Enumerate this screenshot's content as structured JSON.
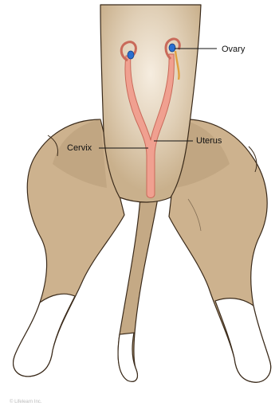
{
  "diagram": {
    "labels": {
      "ovary": "Ovary",
      "uterus": "Uterus",
      "cervix": "Cervix"
    },
    "credit": "© Lifelearn Inc."
  },
  "colors": {
    "fur": "#cdb28e",
    "fur_shadow": "#b09570",
    "fur_light": "#e2d0b6",
    "outline": "#3a2a1a",
    "leg_white": "#ffffff",
    "uterus": "#f0a090",
    "uterus_outline": "#c96a5a",
    "ovary": "#2a6fd0",
    "leader_line": "#111111"
  },
  "icons": [
    "dog-hindquarters-illustration",
    "uterus-shape",
    "ovary-shape"
  ]
}
